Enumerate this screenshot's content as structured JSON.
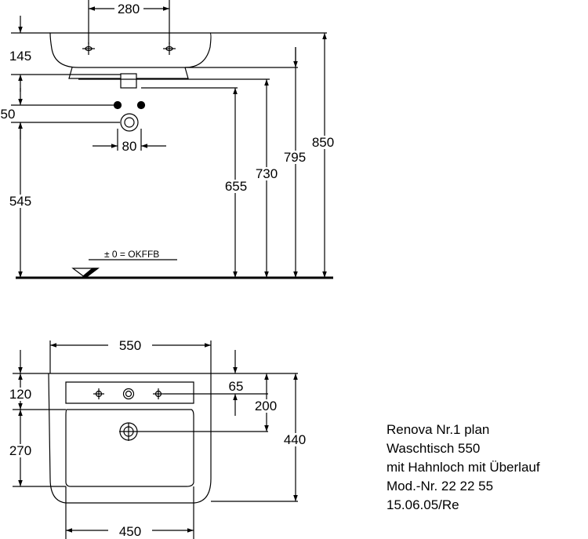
{
  "side_view": {
    "dims": {
      "tap_spacing": "280",
      "rim_height": "145",
      "drain_spacing": "50",
      "drain_width": "80",
      "drain_height": "545",
      "h655": "655",
      "h730": "730",
      "h795": "795",
      "h850": "850"
    },
    "floor_label": "± 0 = OKFFB"
  },
  "top_view": {
    "dims": {
      "overall_width": "550",
      "back_depth": "120",
      "tap_offset": "65",
      "waste_offset": "200",
      "bowl_depth": "270",
      "overall_depth": "440",
      "inner_width": "450"
    }
  },
  "info": {
    "line1": "Renova Nr.1 plan",
    "line2": "Waschtisch 550",
    "line3": "mit Hahnloch mit Überlauf",
    "line4": "Mod.-Nr. 22 22 55",
    "line5": "15.06.05/Re"
  }
}
